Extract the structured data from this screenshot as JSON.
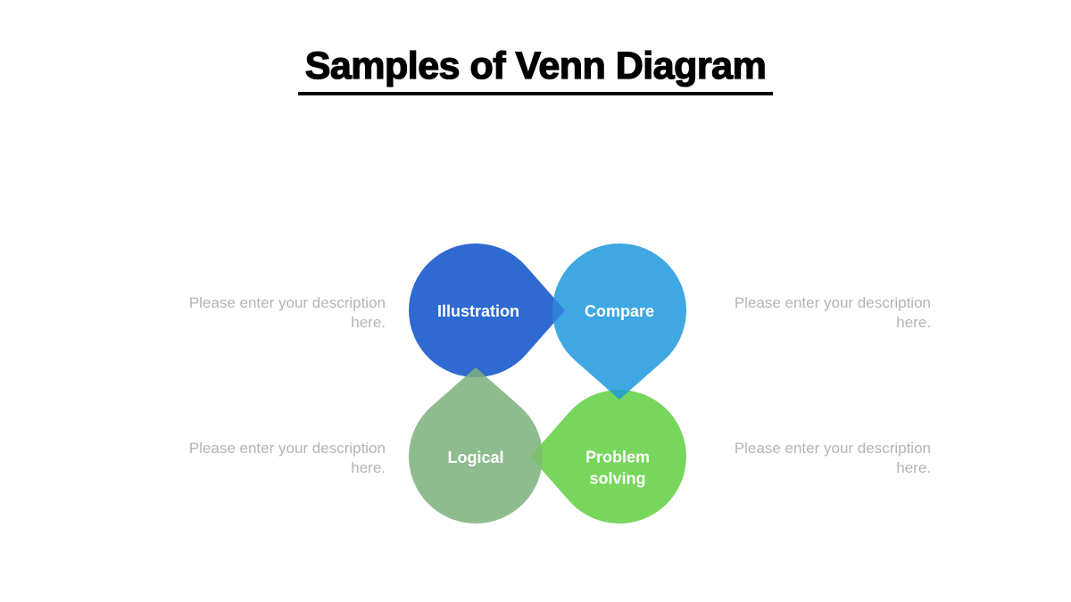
{
  "slide": {
    "title": "Samples of Venn Diagram",
    "background_color": "#ffffff",
    "title_color": "#000000",
    "muted_text_color": "#b4b4b4"
  },
  "diagram": {
    "type": "venn-pin-cycle",
    "nodes": [
      {
        "id": "illustration",
        "label": "Illustration",
        "color": "#2e6ad1",
        "points_to": "compare",
        "position": "top-left"
      },
      {
        "id": "compare",
        "label": "Compare",
        "color": "#3fa7e1",
        "points_to": "problem-solving",
        "position": "top-right"
      },
      {
        "id": "logical",
        "label": "Logical",
        "color": "#8fbc8e",
        "points_to": "illustration",
        "position": "bottom-left"
      },
      {
        "id": "problem-solving",
        "label": "Problem solving",
        "color": "#77d65c",
        "points_to": "logical",
        "position": "bottom-right"
      }
    ],
    "overlaps": {
      "illustration_over_compare": "#2f80d9",
      "compare_over_problem": "#2aa3c4",
      "problem_over_logical": "#7fc06f",
      "logical_over_illustration": "#72a487"
    },
    "label_text_color": "#ffffff"
  },
  "placeholders": [
    {
      "position": "top-left",
      "text": "Please enter your description here."
    },
    {
      "position": "top-right",
      "text": "Please enter your description here."
    },
    {
      "position": "bottom-left",
      "text": "Please enter your description here."
    },
    {
      "position": "bottom-right",
      "text": "Please enter your description here."
    }
  ]
}
